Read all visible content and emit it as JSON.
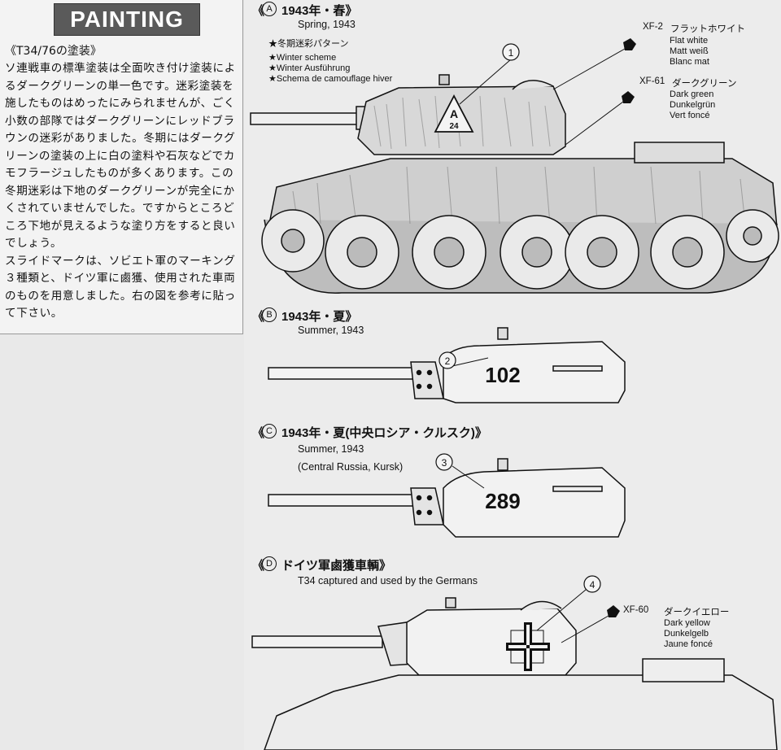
{
  "left": {
    "title": "PAINTING",
    "section_heading": "《T34/76の塗装》",
    "paragraphs": [
      "ソ連戦車の標準塗装は全面吹き付け塗装によるダークグリーンの単一色です。迷彩塗装を施したものはめったにみられませんが、ごく小数の部隊ではダークグリーンにレッドブラウンの迷彩がありました。冬期にはダークグリーンの塗装の上に白の塗料や石灰などでカモフラージュしたものが多くあります。この冬期迷彩は下地のダークグリーンが完全にかくされていませんでした。ですからところどころ下地が見えるような塗り方をすると良いでしょう。",
      "スライドマークは、ソビエト軍のマーキング３種類と、ドイツ軍に鹵獲、使用された車両のものを用意しました。右の図を参考に貼って下さい。"
    ]
  },
  "sections": {
    "a": {
      "letter": "A",
      "heading": "1943年・春》",
      "prefix": "《",
      "sub": "Spring, 1943",
      "scheme": [
        "★冬期迷彩パターン",
        "★Winter scheme",
        "★Winter Ausführung",
        "★Schema de camouflage hiver"
      ],
      "callout": "1",
      "marking": "24",
      "paints": [
        {
          "code": "XF-2",
          "jp": "フラットホワイト",
          "names": [
            "Flat white",
            "Matt weiß",
            "Blanc mat"
          ]
        },
        {
          "code": "XF-61",
          "jp": "ダークグリーン",
          "names": [
            "Dark green",
            "Dunkelgrün",
            "Vert foncé"
          ]
        }
      ]
    },
    "b": {
      "letter": "B",
      "prefix": "《",
      "heading": "1943年・夏》",
      "sub": "Summer, 1943",
      "callout": "2",
      "number": "102"
    },
    "c": {
      "letter": "C",
      "prefix": "《",
      "heading": "1943年・夏(中央ロシア・クルスク)》",
      "sub1": "Summer, 1943",
      "sub2": "(Central Russia, Kursk)",
      "callout": "3",
      "number": "289"
    },
    "d": {
      "letter": "D",
      "prefix": "《",
      "heading": "ドイツ軍鹵獲車輌》",
      "sub": "T34 captured and used by the Germans",
      "callout": "4",
      "paint": {
        "code": "XF-60",
        "jp": "ダークイエロー",
        "names": [
          "Dark yellow",
          "Dunkelgelb",
          "Jaune foncé"
        ]
      }
    }
  }
}
